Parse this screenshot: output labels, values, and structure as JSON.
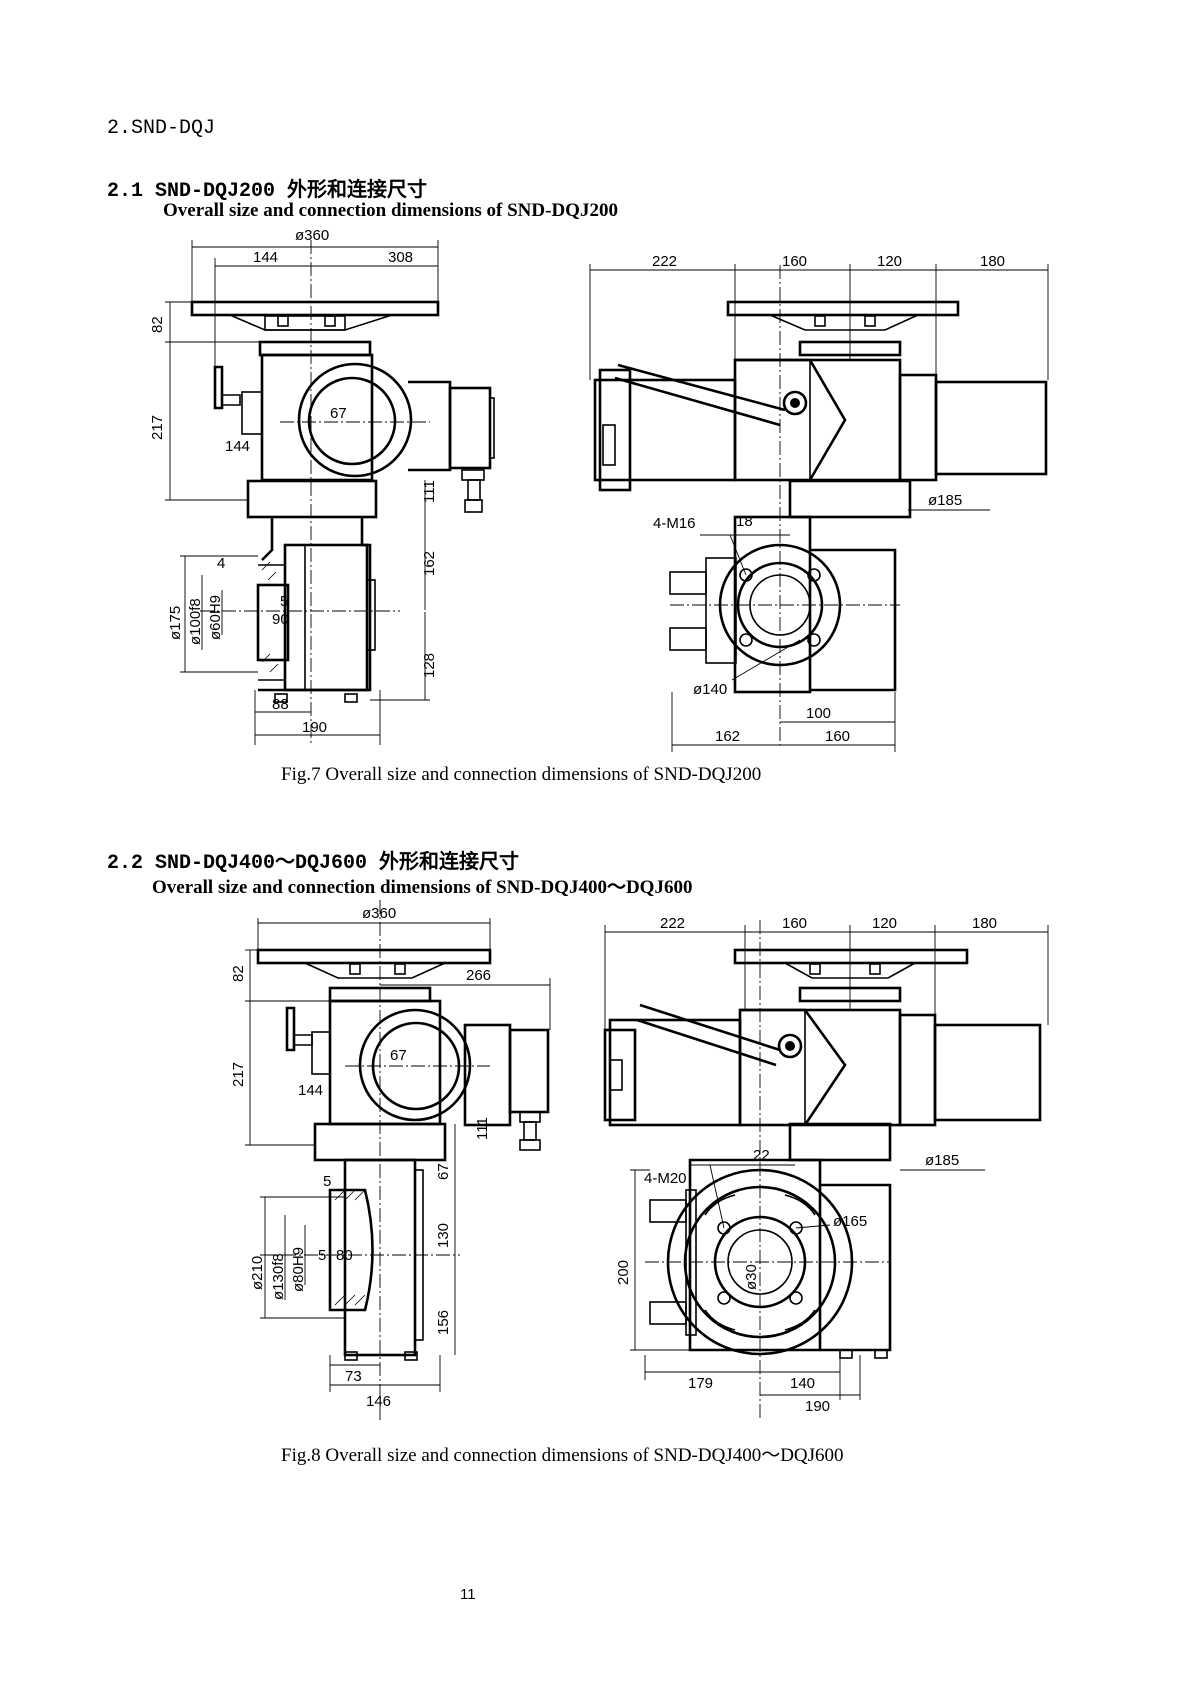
{
  "section": {
    "number_title": "2.SND-DQJ"
  },
  "s21": {
    "heading": "2.1 SND-DQJ200 外形和连接尺寸",
    "subheading": "Overall size and connection dimensions of SND-DQJ200",
    "caption": "Fig.7    Overall size and connection dimensions of SND-DQJ200",
    "dims": {
      "d360": "ø360",
      "d144a": "144",
      "d308": "308",
      "d82": "82",
      "d217": "217",
      "d67": "67",
      "d144b": "144",
      "d111": "111",
      "d162": "162",
      "d128": "128",
      "d4": "4",
      "d5": "5",
      "d90": "90",
      "d175": "ø175",
      "d100f8": "ø100f8",
      "d60H9": "ø60H9",
      "d88": "88",
      "d190": "190",
      "r222": "222",
      "r160": "160",
      "r120": "120",
      "r180": "180",
      "r185": "ø185",
      "rM16": "4-M16",
      "r18": "18",
      "r140": "ø140",
      "r100": "100",
      "r162": "162",
      "r160b": "160"
    }
  },
  "s22": {
    "heading": "2.2 SND-DQJ400～DQJ600 外形和连接尺寸",
    "subheading": "Overall size and connection dimensions of SND-DQJ400～DQJ600",
    "caption": "Fig.8    Overall size and connection dimensions of SND-DQJ400～DQJ600",
    "dims": {
      "d360": "ø360",
      "d82": "82",
      "d266": "266",
      "d217": "217",
      "d67": "67",
      "d144": "144",
      "d111": "111",
      "d67b": "67",
      "d5": "5",
      "d130": "130",
      "d210": "ø210",
      "d130f8": "ø130f8",
      "d80H9": "ø80H9",
      "d5b": "5",
      "d80": "80",
      "d156": "156",
      "d73": "73",
      "d146": "146",
      "r222": "222",
      "r160": "160",
      "r120": "120",
      "r180": "180",
      "r185": "ø185",
      "rM20": "4-M20",
      "r22": "22",
      "r165": "ø165",
      "r30": "ø30",
      "r200": "200",
      "r179": "179",
      "r140": "140",
      "r190": "190"
    }
  },
  "page_number": "11"
}
